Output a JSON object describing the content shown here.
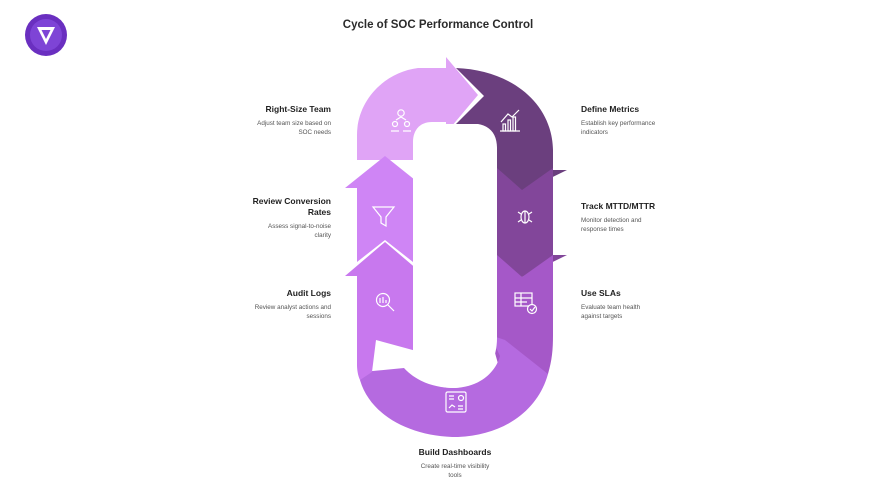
{
  "title": "Cycle of SOC Performance Control",
  "steps": {
    "define_metrics": {
      "title": "Define Metrics",
      "desc": "Establish key performance indicators"
    },
    "track_mttd": {
      "title": "Track MTTD/MTTR",
      "desc": "Monitor detection and response times"
    },
    "use_slas": {
      "title": "Use SLAs",
      "desc": "Evaluate team health against targets"
    },
    "build_dashboards": {
      "title": "Build Dashboards",
      "desc": "Create real-time visibility tools"
    },
    "audit_logs": {
      "title": "Audit Logs",
      "desc": "Review analyst actions and sessions"
    },
    "review_conversion": {
      "title": "Review Conversion Rates",
      "desc": "Assess signal-to-noise clarity"
    },
    "right_size": {
      "title": "Right-Size Team",
      "desc": "Adjust team size based on SOC needs"
    }
  },
  "colors": {
    "define_metrics": "#6b3f7e",
    "track_mttd": "#82469a",
    "use_slas": "#a558c8",
    "build_dashboards": "#b56ae0",
    "audit_logs": "#c878ee",
    "review_conversion": "#cf85f5",
    "right_size": "#e0a4f6",
    "logo": "#5b2bb0"
  },
  "icons": {
    "define_metrics": "bar-chart-icon",
    "track_mttd": "bug-icon",
    "use_slas": "table-check-icon",
    "build_dashboards": "dashboard-icon",
    "audit_logs": "magnifier-icon",
    "review_conversion": "funnel-icon",
    "right_size": "team-icon"
  }
}
